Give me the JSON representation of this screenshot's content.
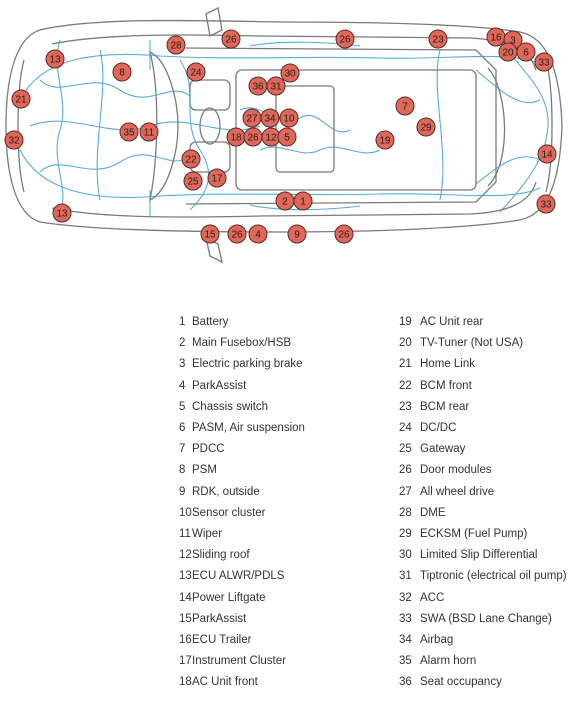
{
  "diagram": {
    "markers": [
      {
        "num": "28"
      },
      {
        "num": "26"
      },
      {
        "num": "26"
      },
      {
        "num": "23"
      },
      {
        "num": "16"
      },
      {
        "num": "3"
      },
      {
        "num": "20"
      },
      {
        "num": "6"
      },
      {
        "num": "33"
      },
      {
        "num": "13"
      },
      {
        "num": "8"
      },
      {
        "num": "24"
      },
      {
        "num": "36"
      },
      {
        "num": "31"
      },
      {
        "num": "30"
      },
      {
        "num": "21"
      },
      {
        "num": "7"
      },
      {
        "num": "27"
      },
      {
        "num": "34"
      },
      {
        "num": "10"
      },
      {
        "num": "29"
      },
      {
        "num": "35"
      },
      {
        "num": "11"
      },
      {
        "num": "18"
      },
      {
        "num": "26"
      },
      {
        "num": "12"
      },
      {
        "num": "5"
      },
      {
        "num": "19"
      },
      {
        "num": "32"
      },
      {
        "num": "14"
      },
      {
        "num": "22"
      },
      {
        "num": "17"
      },
      {
        "num": "25"
      },
      {
        "num": "2"
      },
      {
        "num": "1"
      },
      {
        "num": "33"
      },
      {
        "num": "13"
      },
      {
        "num": "15"
      },
      {
        "num": "26"
      },
      {
        "num": "4"
      },
      {
        "num": "9"
      },
      {
        "num": "26"
      }
    ]
  },
  "legend": {
    "items": [
      {
        "num": "1",
        "label": "Battery"
      },
      {
        "num": "2",
        "label": "Main Fusebox/HSB"
      },
      {
        "num": "3",
        "label": "Electric parking brake"
      },
      {
        "num": "4",
        "label": "ParkAssist"
      },
      {
        "num": "5",
        "label": "Chassis switch"
      },
      {
        "num": "6",
        "label": "PASM, Air suspension"
      },
      {
        "num": "7",
        "label": "PDCC"
      },
      {
        "num": "8",
        "label": "PSM"
      },
      {
        "num": "9",
        "label": "RDK, outside"
      },
      {
        "num": "10",
        "label": "Sensor cluster"
      },
      {
        "num": "11",
        "label": "Wiper"
      },
      {
        "num": "12",
        "label": "Sliding roof"
      },
      {
        "num": "13",
        "label": "ECU ALWR/PDLS"
      },
      {
        "num": "14",
        "label": "Power Liftgate"
      },
      {
        "num": "15",
        "label": "ParkAssist"
      },
      {
        "num": "16",
        "label": "ECU Trailer"
      },
      {
        "num": "17",
        "label": "Instrument Cluster"
      },
      {
        "num": "18",
        "label": "AC Unit front"
      },
      {
        "num": "19",
        "label": "AC Unit rear"
      },
      {
        "num": "20",
        "label": "TV-Tuner (Not USA)"
      },
      {
        "num": "21",
        "label": "Home Link"
      },
      {
        "num": "22",
        "label": "BCM front"
      },
      {
        "num": "23",
        "label": "BCM rear"
      },
      {
        "num": "24",
        "label": "DC/DC"
      },
      {
        "num": "25",
        "label": "Gateway"
      },
      {
        "num": "26",
        "label": "Door modules"
      },
      {
        "num": "27",
        "label": "All wheel drive"
      },
      {
        "num": "28",
        "label": "DME"
      },
      {
        "num": "29",
        "label": "ECKSM  (Fuel Pump)"
      },
      {
        "num": "30",
        "label": "Limited Slip Differential"
      },
      {
        "num": "31",
        "label": "Tiptronic (electrical oil pump)"
      },
      {
        "num": "32",
        "label": "ACC"
      },
      {
        "num": "33",
        "label": "SWA  (BSD Lane Change)"
      },
      {
        "num": "34",
        "label": "Airbag"
      },
      {
        "num": "35",
        "label": "Alarm horn"
      },
      {
        "num": "36",
        "label": "Seat occupancy"
      }
    ]
  },
  "colors": {
    "marker_fill": "#e0685a",
    "marker_stroke": "#5a2a24",
    "wiring": "#3a9fd6",
    "car_outline": "#777777",
    "text": "#333333"
  }
}
